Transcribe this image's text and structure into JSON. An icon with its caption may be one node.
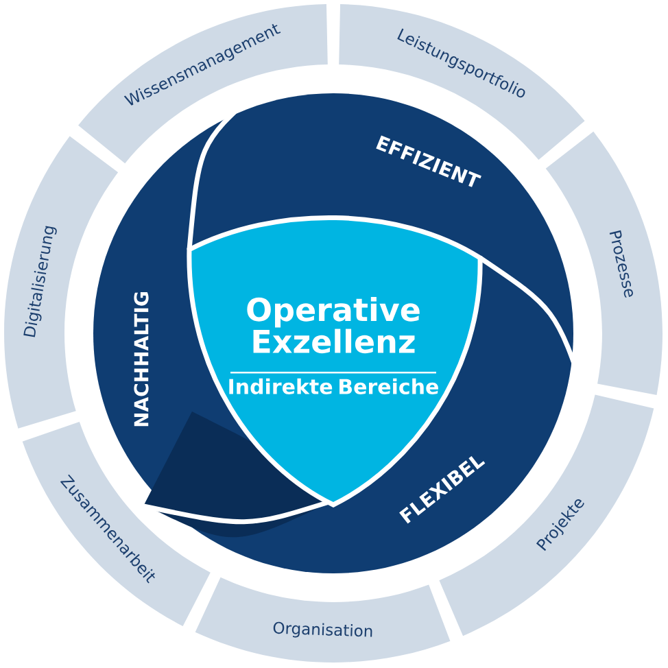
{
  "diagram": {
    "nodes": [
      {
        "text": [
          "Wissensmanagement"
        ]
      },
      {
        "text": [
          "Leistungsportfolio"
        ]
      },
      {
        "text": [
          "Prozesse"
        ]
      },
      {
        "text": [
          "Projekte"
        ]
      },
      {
        "text": [
          "Organisation"
        ]
      },
      {
        "text": [
          "Zusammenarbeit"
        ]
      },
      {
        "text": [
          "Digitalisierung"
        ]
      },
      {
        "text": [
          "EFFIZIENT"
        ]
      },
      {
        "text": [
          "NACHHALTIG"
        ]
      },
      {
        "text": [
          "Operative Exzellenz",
          "Indirekte Bereiche"
        ]
      },
      {
        "text": [
          "FLEXIBEL"
        ]
      }
    ]
  }
}
